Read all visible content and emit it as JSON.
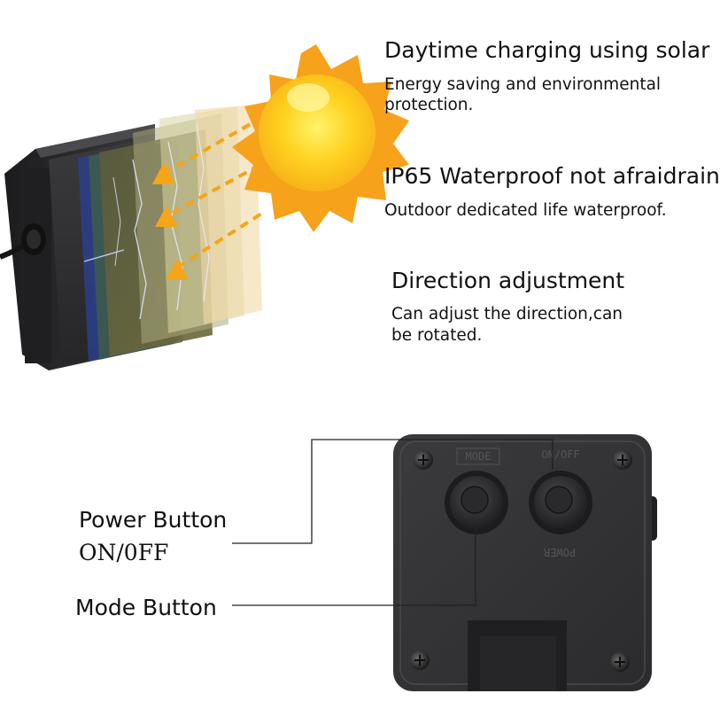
{
  "features": [
    {
      "title": "Daytime charging using solar",
      "desc_lines": [
        "Energy saving and environmental",
        "protection."
      ]
    },
    {
      "title": "IP65 Waterproof not afraidrain",
      "desc_lines": [
        "Outdoor dedicated life waterproof."
      ]
    },
    {
      "title": "Direction adjustment",
      "desc_lines": [
        "Can adjust the direction,can",
        "be rotated."
      ]
    }
  ],
  "callouts": {
    "power_line1": "Power Button",
    "power_line2": "ON/0FF",
    "mode": "Mode Button"
  },
  "device_markings": {
    "mode": "MODE",
    "onoff": "ON/OFF",
    "power": "POWER"
  },
  "colors": {
    "sun_outer": "#f7a21b",
    "sun_inner": "#ffd21f",
    "arrow": "#f5a517",
    "device_body": "#2f2f31",
    "leader_line": "#222222"
  },
  "icons": [
    "sun-icon",
    "arrow-up-icon",
    "screw-icon"
  ]
}
